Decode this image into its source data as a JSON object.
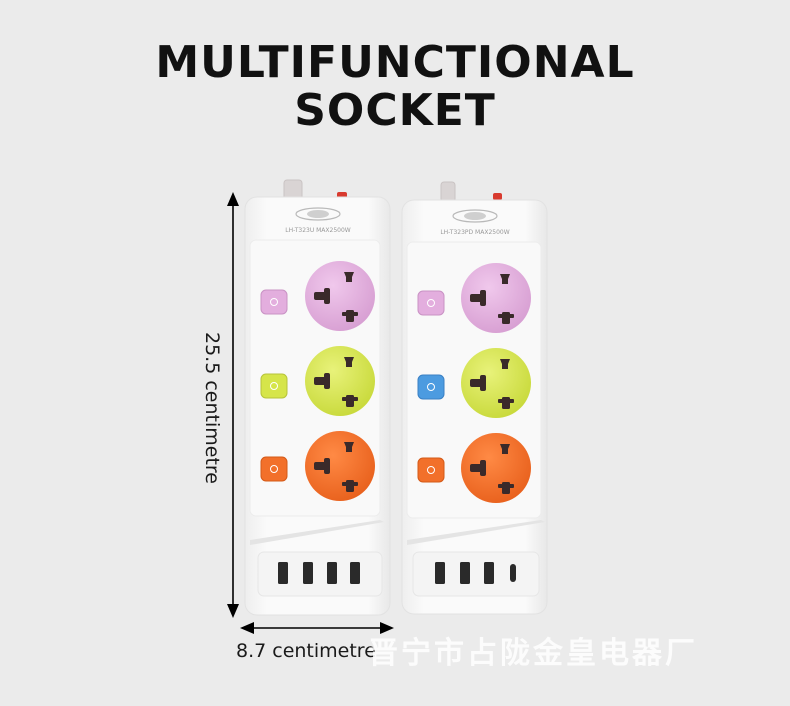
{
  "title": {
    "line1": "MULTIFUNCTIONAL",
    "line2": "SOCKET"
  },
  "dimensions": {
    "height_label": "25.5 centimetre",
    "width_label": "8.7 centimetre"
  },
  "watermark": "晋宁市占陇金皇电器厂",
  "products": [
    {
      "model": "LH-T323U MAX2500W",
      "usb_ports": 4,
      "usb_c_ports": 0
    },
    {
      "model": "LH-T323PD MAX2500W",
      "usb_ports": 3,
      "usb_c_ports": 1
    }
  ],
  "colors": {
    "background": "#ebebeb",
    "body": "#f7f7f7",
    "pink": "#e3aede",
    "lime": "#d6e54a",
    "orange": "#f2702a",
    "blue_button": "#4c9be0",
    "arrow": "#000000"
  }
}
